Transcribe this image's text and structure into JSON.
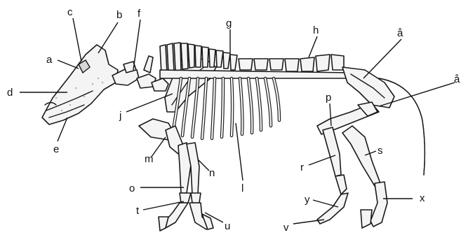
{
  "labels": [
    {
      "id": "a",
      "text": "a"
    },
    {
      "id": "b",
      "text": "b"
    },
    {
      "id": "c",
      "text": "c"
    },
    {
      "id": "d",
      "text": "d"
    },
    {
      "id": "e",
      "text": "e"
    },
    {
      "id": "f",
      "text": "f"
    },
    {
      "id": "g",
      "text": "g"
    },
    {
      "id": "h",
      "text": "h"
    },
    {
      "id": "aa1",
      "text": "å"
    },
    {
      "id": "aa2",
      "text": "å"
    },
    {
      "id": "j",
      "text": "j"
    },
    {
      "id": "l",
      "text": "l"
    },
    {
      "id": "m",
      "text": "m"
    },
    {
      "id": "n",
      "text": "n"
    },
    {
      "id": "o",
      "text": "o"
    },
    {
      "id": "p",
      "text": "p"
    },
    {
      "id": "r",
      "text": "r"
    },
    {
      "id": "s",
      "text": "s"
    },
    {
      "id": "t",
      "text": "t"
    },
    {
      "id": "u",
      "text": "u"
    },
    {
      "id": "v",
      "text": "v"
    },
    {
      "id": "x",
      "text": "x"
    },
    {
      "id": "y",
      "text": "y"
    }
  ]
}
